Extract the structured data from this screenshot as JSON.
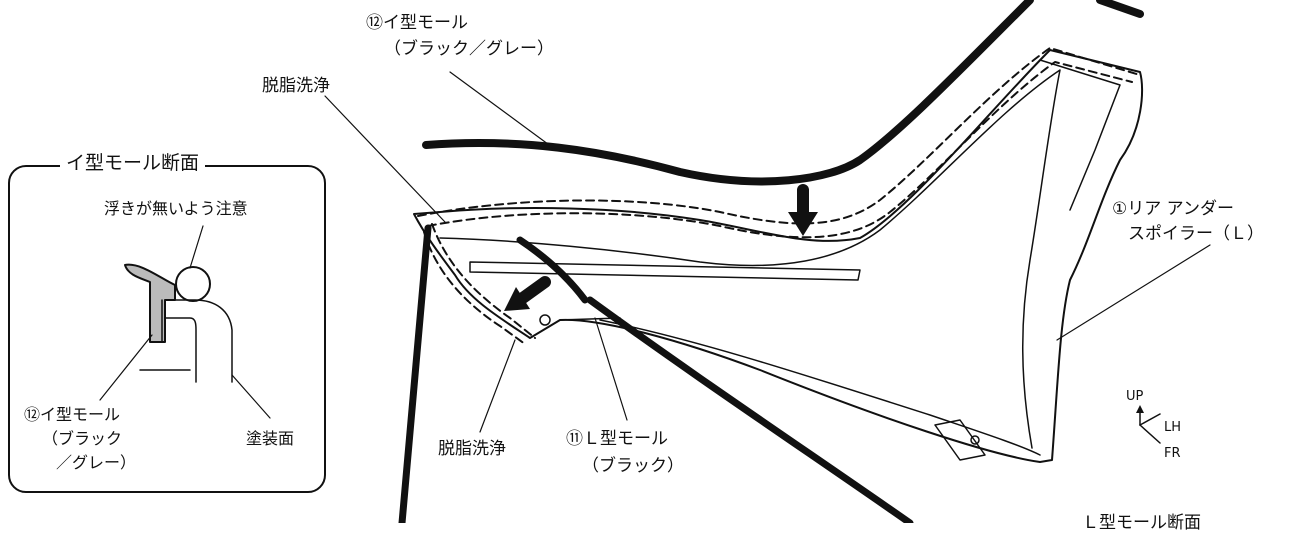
{
  "inset": {
    "title": "イ型モール断面",
    "note": "浮きが無いよう注意",
    "part_line1": "⑫イ型モール",
    "part_line2": "（ブラック",
    "part_line3": "／グレー）",
    "surface": "塗装面"
  },
  "labels": {
    "molding_i_line1": "⑫イ型モール",
    "molding_i_line2": "（ブラック／グレー）",
    "degrease_top": "脱脂洗浄",
    "degrease_bottom": "脱脂洗浄",
    "molding_l_line1": "⑪Ｌ型モール",
    "molding_l_line2": "（ブラック）",
    "spoiler_line1": "①リア アンダー",
    "spoiler_line2": "スポイラー（Ｌ）",
    "cut_off": "Ｌ型モール断面"
  },
  "axes": {
    "up": "UP",
    "lh": "LH",
    "fr": "FR"
  }
}
